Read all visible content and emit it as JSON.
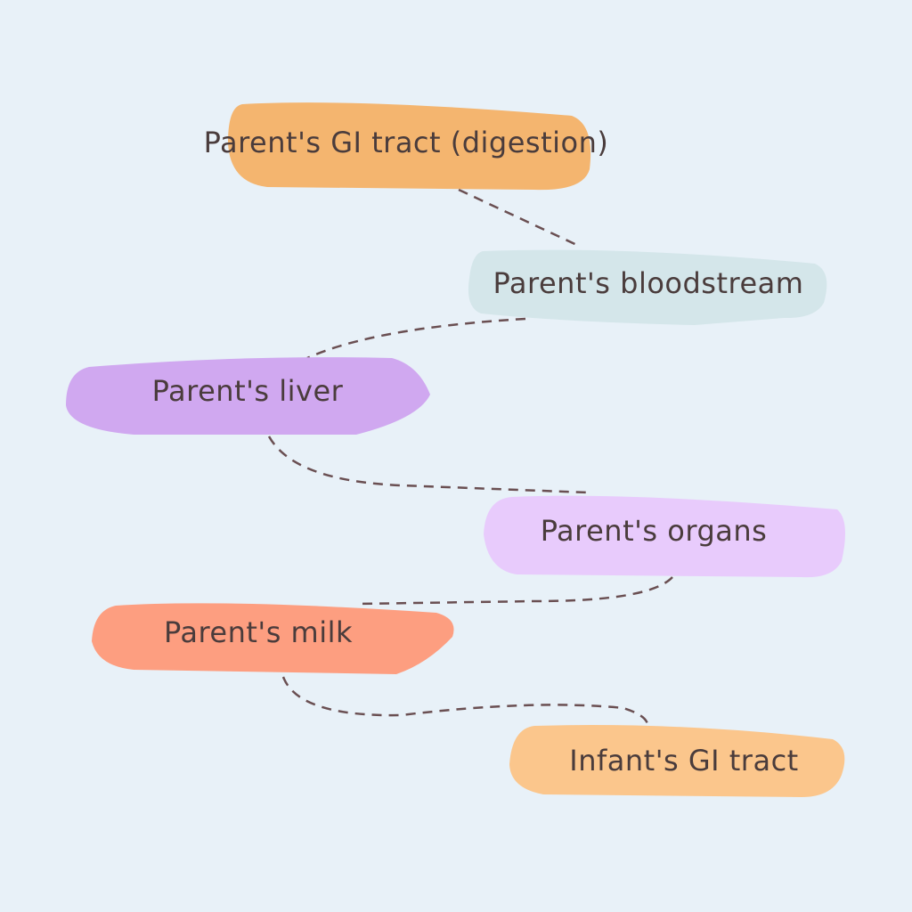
{
  "colors": {
    "background": "#e8f1f8",
    "text": "#4a3c3c",
    "connector": "#6a4f52"
  },
  "nodes": [
    {
      "label": "Parent's GI tract (digestion)",
      "color": "#f4b56f"
    },
    {
      "label": "Parent's bloodstream",
      "color": "#d4e6ea"
    },
    {
      "label": "Parent's liver",
      "color": "#d0a8f0"
    },
    {
      "label": "Parent's organs",
      "color": "#e8cbfc"
    },
    {
      "label": "Parent's milk",
      "color": "#fd9e80"
    },
    {
      "label": "Infant's GI tract",
      "color": "#fbc68c"
    }
  ]
}
